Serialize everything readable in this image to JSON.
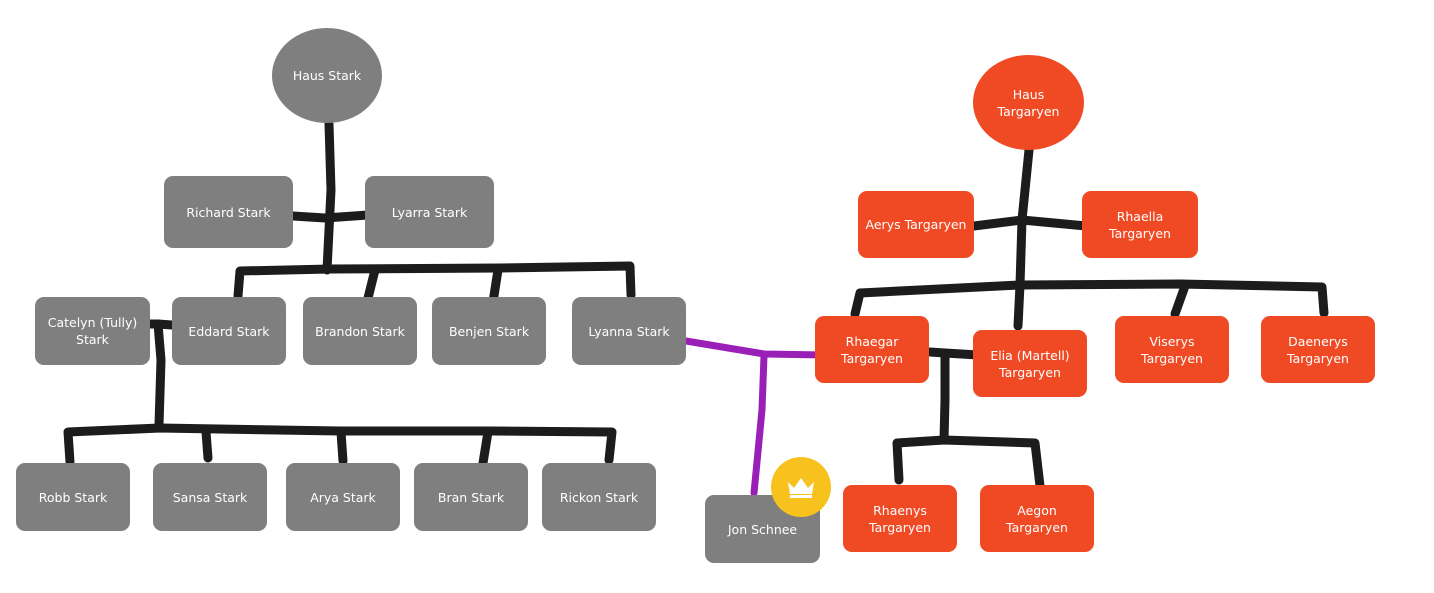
{
  "colors": {
    "stark": "#7f7f7f",
    "targaryen": "#f04a25",
    "link": "#9a1fb7",
    "lines": "#1c1c1c",
    "badge": "#f7c21e"
  },
  "stark": {
    "house": "Haus Stark",
    "richard": "Richard Stark",
    "lyarra": "Lyarra Stark",
    "catelyn": "Catelyn (Tully)\nStark",
    "eddard": "Eddard Stark",
    "brandon": "Brandon Stark",
    "benjen": "Benjen Stark",
    "lyanna": "Lyanna Stark",
    "robb": "Robb Stark",
    "sansa": "Sansa Stark",
    "arya": "Arya Stark",
    "bran": "Bran Stark",
    "rickon": "Rickon Stark"
  },
  "targaryen": {
    "house": "Haus\nTargaryen",
    "aerys": "Aerys Targaryen",
    "rhaella": "Rhaella Targaryen",
    "rhaegar": "Rhaegar\nTargaryen",
    "elia": "Elia (Martell)\nTargaryen",
    "viserys": "Viserys Targaryen",
    "daenerys": "Daenerys\nTargaryen",
    "rhaenys": "Rhaenys\nTargaryen",
    "aegon": "Aegon Targaryen"
  },
  "jon": {
    "label": "Jon Schnee",
    "badge_icon": "crown-icon"
  }
}
